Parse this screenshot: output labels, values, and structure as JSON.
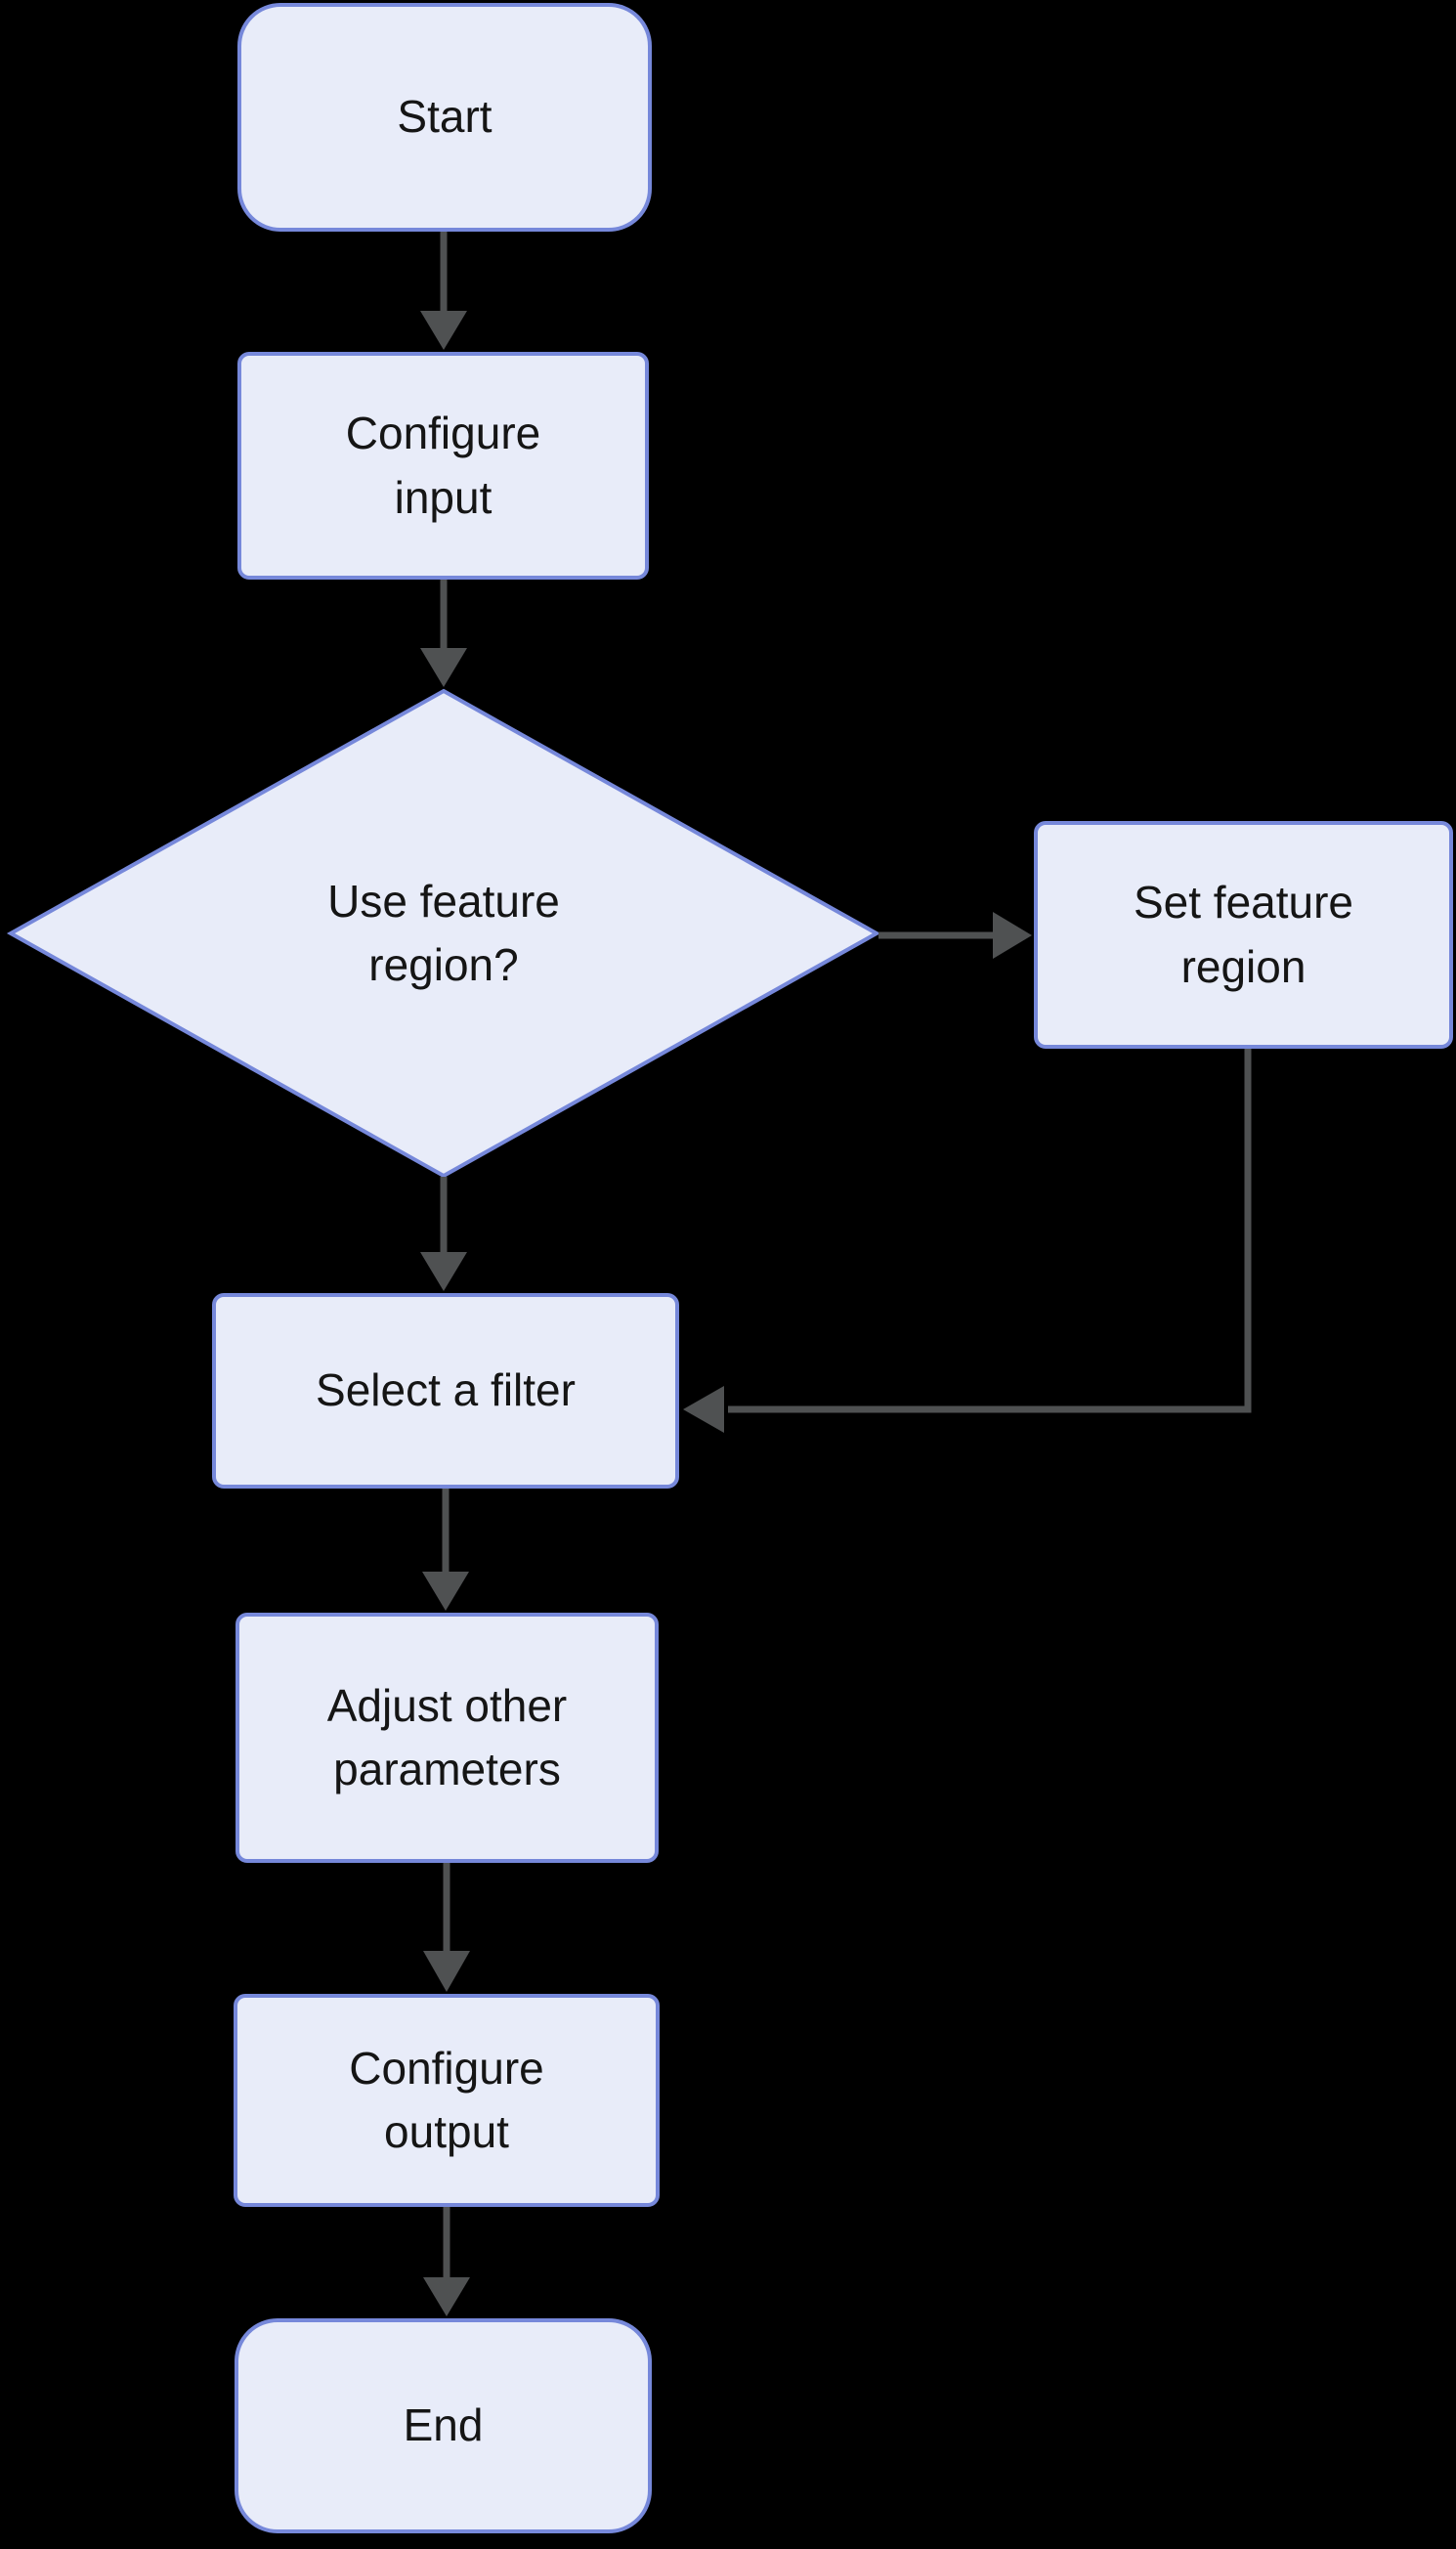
{
  "diagram": {
    "type": "flowchart",
    "colors": {
      "background": "#000000",
      "node_fill": "#e8ecf9",
      "node_border": "#7688da",
      "arrow": "#4f5152",
      "text": "#151515"
    },
    "nodes": [
      {
        "id": "start",
        "shape": "terminator",
        "label": "Start"
      },
      {
        "id": "configure-input",
        "shape": "process",
        "label": "Configure input"
      },
      {
        "id": "use-feature-region",
        "shape": "decision",
        "label": "Use feature region?"
      },
      {
        "id": "set-feature-region",
        "shape": "process",
        "label": "Set feature region"
      },
      {
        "id": "select-filter",
        "shape": "process",
        "label": "Select a filter"
      },
      {
        "id": "adjust-parameters",
        "shape": "process",
        "label": "Adjust other parameters"
      },
      {
        "id": "configure-output",
        "shape": "process",
        "label": "Configure output"
      },
      {
        "id": "end",
        "shape": "terminator",
        "label": "End"
      }
    ],
    "edges": [
      {
        "from": "start",
        "to": "configure-input",
        "label": ""
      },
      {
        "from": "configure-input",
        "to": "use-feature-region",
        "label": ""
      },
      {
        "from": "use-feature-region",
        "to": "set-feature-region",
        "label": ""
      },
      {
        "from": "use-feature-region",
        "to": "select-filter",
        "label": ""
      },
      {
        "from": "set-feature-region",
        "to": "select-filter",
        "label": ""
      },
      {
        "from": "select-filter",
        "to": "adjust-parameters",
        "label": ""
      },
      {
        "from": "adjust-parameters",
        "to": "configure-output",
        "label": ""
      },
      {
        "from": "configure-output",
        "to": "end",
        "label": ""
      }
    ]
  }
}
